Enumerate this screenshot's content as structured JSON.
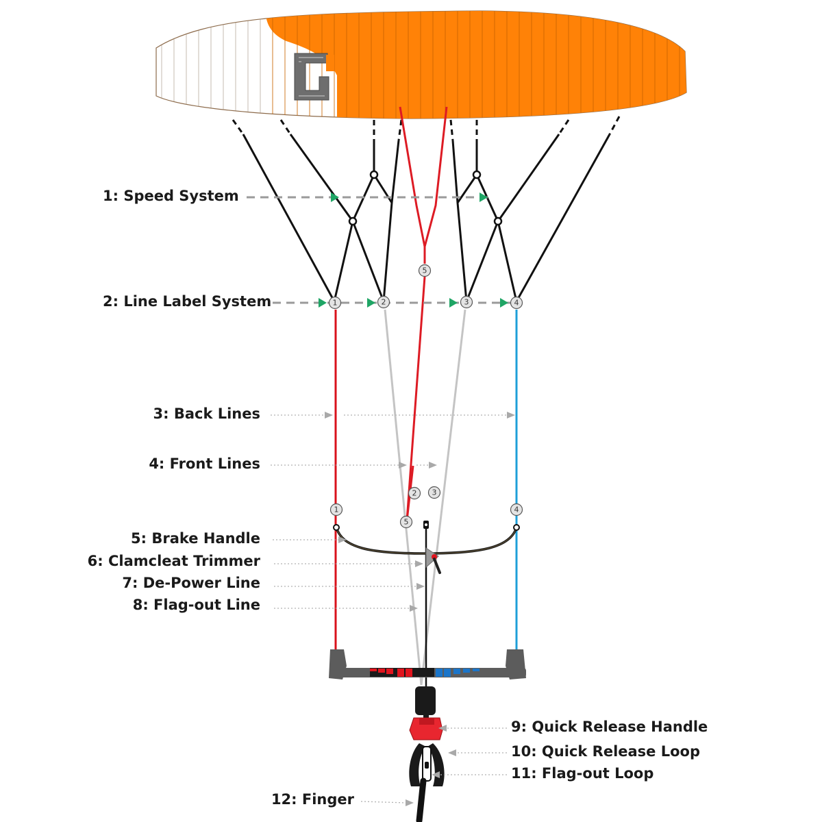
{
  "colors": {
    "canopy_orange": "#ff8207",
    "canopy_white": "#ffffff",
    "canopy_rib": "#c96400",
    "line_black": "#111111",
    "brake_red": "#dd1b24",
    "back_left_red": "#d9121b",
    "back_right_blue": "#1e9fd8",
    "front_grey": "#c4c4c4",
    "speed_arrow_green": "#1fa565",
    "callout_grey": "#a9a9a9",
    "bar_grey": "#5c5c5c",
    "bar_red": "#e0141e",
    "bar_blue": "#1b75c9",
    "qr_red": "#e8262f",
    "logo_grey": "#6e6e6e"
  },
  "labels": {
    "speed_system": "1: Speed System",
    "line_label_system": "2: Line Label System",
    "back_lines": "3: Back Lines",
    "front_lines": "4: Front Lines",
    "brake_handle": "5: Brake Handle",
    "clamcleat_trimmer": "6: Clamcleat Trimmer",
    "depower_line": "7: De-Power Line",
    "flagout_line": "8: Flag-out Line",
    "quick_release_handle": "9: Quick Release Handle",
    "quick_release_loop": "10: Quick Release Loop",
    "flagout_loop": "11: Flag-out Loop",
    "finger": "12: Finger"
  },
  "line_markers": {
    "upper": [
      "1",
      "2",
      "3",
      "4"
    ],
    "brake_upper": "5",
    "lower_back_left": "1",
    "lower_back_right": "4",
    "lower_front_left": "2",
    "lower_front_right": "3",
    "lower_brake": "5"
  },
  "icons": {
    "logo": "brand-logo-icon",
    "speed_arrow": "triangle-arrow-icon",
    "quick_release": "quick-release-icon",
    "bar_end": "bar-end-icon"
  }
}
